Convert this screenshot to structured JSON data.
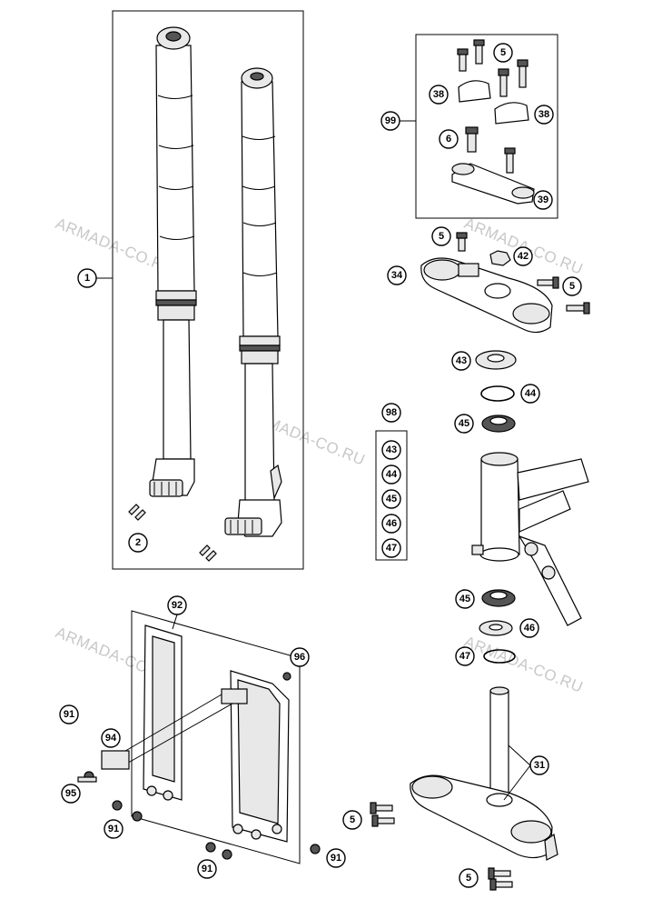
{
  "watermarks": [
    "ARMADA-CO.RU",
    "ARMADA-CO.RU",
    "ARMADA-CO.RU",
    "ARMADA-CO.RU",
    "ARMADA-CO.RU"
  ],
  "callouts": {
    "c1": "1",
    "c2": "2",
    "c99": "99",
    "c5a": "5",
    "c38a": "38",
    "c38b": "38",
    "c6": "6",
    "c39": "39",
    "c5b": "5",
    "c42": "42",
    "c34": "34",
    "c5c": "5",
    "c43a": "43",
    "c44a": "44",
    "c45a": "45",
    "c98": "98",
    "c43b": "43",
    "c44b": "44",
    "c45b": "45",
    "c46b": "46",
    "c47b": "47",
    "c45c": "45",
    "c46c": "46",
    "c47c": "47",
    "c31": "31",
    "c5d": "5",
    "c5e": "5",
    "c92": "92",
    "c96": "96",
    "c91a": "91",
    "c94": "94",
    "c95": "95",
    "c91b": "91",
    "c91c": "91",
    "c91d": "91"
  }
}
